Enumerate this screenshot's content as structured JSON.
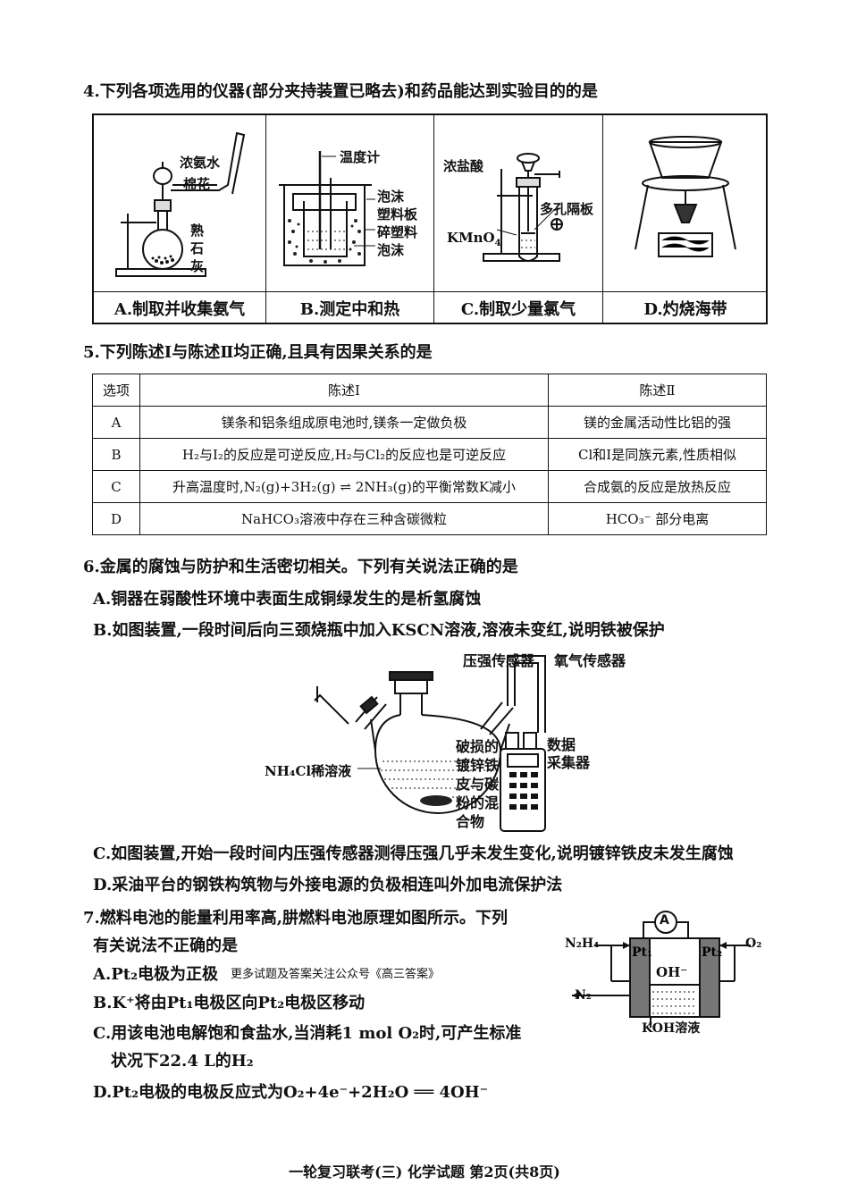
{
  "q4": {
    "stem": "4.下列各项选用的仪器(部分夹持装置已略去)和药品能达到实验目的的是",
    "A": {
      "caption": "A.制取并收集氨气",
      "labels": [
        "浓氨水",
        "棉花",
        "熟",
        "石",
        "灰"
      ]
    },
    "B": {
      "caption": "B.测定中和热",
      "labels": [
        "温度计",
        "泡沫",
        "塑料板",
        "碎塑料",
        "泡沫"
      ]
    },
    "C": {
      "caption": "C.制取少量氯气",
      "labels": [
        "浓盐酸",
        "多孔隔板",
        "KMnO",
        "4"
      ]
    },
    "D": {
      "caption": "D.灼烧海带"
    }
  },
  "q5": {
    "stem": "5.下列陈述Ⅰ与陈述Ⅱ均正确,且具有因果关系的是",
    "headers": [
      "选项",
      "陈述Ⅰ",
      "陈述Ⅱ"
    ],
    "rows": [
      [
        "A",
        "镁条和铝条组成原电池时,镁条一定做负极",
        "镁的金属活动性比铝的强"
      ],
      [
        "B",
        "H₂与I₂的反应是可逆反应,H₂与Cl₂的反应也是可逆反应",
        "Cl和I是同族元素,性质相似"
      ],
      [
        "C",
        "升高温度时,N₂(g)+3H₂(g) ⇌ 2NH₃(g)的平衡常数K减小",
        "合成氨的反应是放热反应"
      ],
      [
        "D",
        "NaHCO₃溶液中存在三种含碳微粒",
        "HCO₃⁻ 部分电离"
      ]
    ]
  },
  "q6": {
    "stem": "6.金属的腐蚀与防护和生活密切相关。下列有关说法正确的是",
    "A": "A.铜器在弱酸性环境中表面生成铜绿发生的是析氢腐蚀",
    "B": "B.如图装置,一段时间后向三颈烧瓶中加入KSCN溶液,溶液未变红,说明铁被保护",
    "C": "C.如图装置,开始一段时间内压强传感器测得压强几乎未发生变化,说明镀锌铁皮未发生腐蚀",
    "D": "D.采油平台的钢铁构筑物与外接电源的负极相连叫外加电流保护法",
    "fig": {
      "pressure": "压强传感器",
      "oxygen": "氧气传感器",
      "solution": "NH₄Cl稀溶液",
      "data1": "数据",
      "data2": "采集器",
      "mix": [
        "破损的",
        "镀锌铁",
        "皮与碳",
        "粉的混",
        "合物"
      ]
    }
  },
  "q7": {
    "stem1": "7.燃料电池的能量利用率高,肼燃料电池原理如图所示。下列",
    "stem2": "有关说法不正确的是",
    "A": "A.Pt₂电极为正极",
    "watermark": "更多试题及答案关注公众号《高三答案》",
    "B": "B.K⁺将由Pt₁电极区向Pt₂电极区移动",
    "C1": "C.用该电池电解饱和食盐水,当消耗1 mol O₂时,可产生标准",
    "C2": "状况下22.4 L的H₂",
    "D": "D.Pt₂电极的电极反应式为O₂+4e⁻+2H₂O ══ 4OH⁻",
    "fig": {
      "ammeter": "A",
      "n2h4": "N₂H₄",
      "o2": "O₂",
      "n2": "N₂",
      "pt1": "Pt₁",
      "pt2": "Pt₂",
      "oh": "OH⁻",
      "koh": "KOH溶液"
    }
  },
  "footer": "一轮复习联考(三) 化学试题 第2页(共8页)"
}
